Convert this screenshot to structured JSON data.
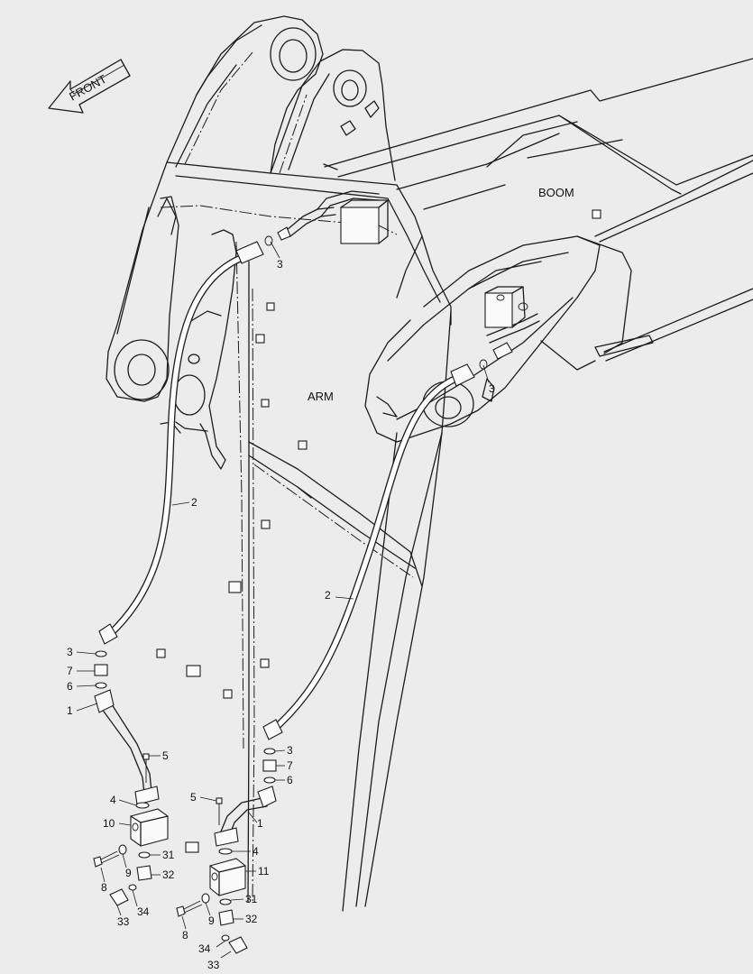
{
  "labels": {
    "front": "FRONT",
    "boom": "BOOM",
    "arm": "ARM"
  },
  "callouts": [
    {
      "id": "c-3a",
      "text": "3"
    },
    {
      "id": "c-3b",
      "text": "3"
    },
    {
      "id": "c-2a",
      "text": "2"
    },
    {
      "id": "c-2b",
      "text": "2"
    },
    {
      "id": "c-3c",
      "text": "3"
    },
    {
      "id": "c-7a",
      "text": "7"
    },
    {
      "id": "c-6a",
      "text": "6"
    },
    {
      "id": "c-1a",
      "text": "1"
    },
    {
      "id": "c-5a",
      "text": "5"
    },
    {
      "id": "c-4a",
      "text": "4"
    },
    {
      "id": "c-10",
      "text": "10"
    },
    {
      "id": "c-31a",
      "text": "31"
    },
    {
      "id": "c-9a",
      "text": "9"
    },
    {
      "id": "c-32a",
      "text": "32"
    },
    {
      "id": "c-8a",
      "text": "8"
    },
    {
      "id": "c-34a",
      "text": "34"
    },
    {
      "id": "c-33a",
      "text": "33"
    },
    {
      "id": "c-3d",
      "text": "3"
    },
    {
      "id": "c-7b",
      "text": "7"
    },
    {
      "id": "c-6b",
      "text": "6"
    },
    {
      "id": "c-5b",
      "text": "5"
    },
    {
      "id": "c-1b",
      "text": "1"
    },
    {
      "id": "c-4b",
      "text": "4"
    },
    {
      "id": "c-11",
      "text": "11"
    },
    {
      "id": "c-31b",
      "text": "31"
    },
    {
      "id": "c-8b",
      "text": "8"
    },
    {
      "id": "c-9b",
      "text": "9"
    },
    {
      "id": "c-32b",
      "text": "32"
    },
    {
      "id": "c-34b",
      "text": "34"
    },
    {
      "id": "c-33b",
      "text": "33"
    }
  ],
  "colors": {
    "background": "#ececec",
    "ink": "#1c1c1c",
    "part_fill": "#fafafa"
  }
}
